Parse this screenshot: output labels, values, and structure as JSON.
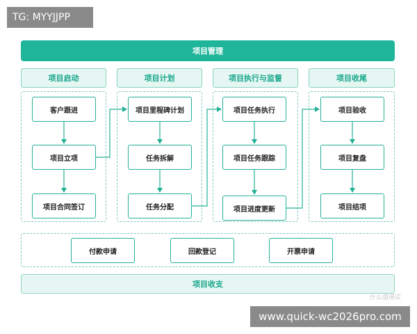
{
  "tag": "TG: MYYJJPP",
  "title": "项目管理",
  "phases": [
    {
      "label": "项目启动",
      "nodes": [
        "客户跟进",
        "项目立项",
        "项目合同签订"
      ]
    },
    {
      "label": "项目计划",
      "nodes": [
        "项目里程碑计划",
        "任务拆解",
        "任务分配"
      ]
    },
    {
      "label": "项目执行与监督",
      "nodes": [
        "项目任务执行",
        "项目任务跟踪",
        "项目进度更新"
      ]
    },
    {
      "label": "项目收尾",
      "nodes": [
        "项目验收",
        "项目复盘",
        "项目结项"
      ]
    }
  ],
  "finance": [
    "付款申请",
    "回款登记",
    "开票申请"
  ],
  "footer": "项目收支",
  "watermark": "www.quick-wc2026pro.com",
  "logo_text": "什么值得买",
  "colors": {
    "primary": "#1fb59a",
    "light": "#e6f7f3",
    "border": "#86d2c2"
  }
}
